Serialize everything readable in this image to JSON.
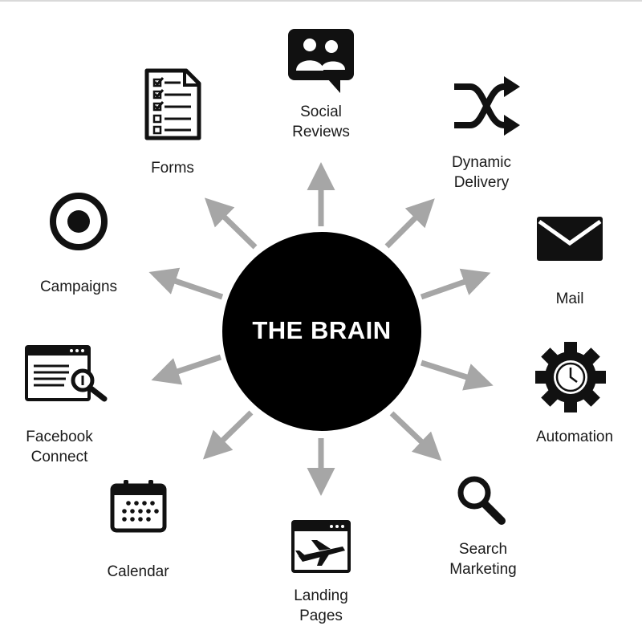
{
  "center": {
    "title": "THE BRAIN"
  },
  "nodes": [
    {
      "id": "social-reviews",
      "lines": [
        "Social",
        "Reviews"
      ],
      "icon": "social-reviews-icon"
    },
    {
      "id": "dynamic-delivery",
      "lines": [
        "Dynamic",
        "Delivery"
      ],
      "icon": "shuffle-icon"
    },
    {
      "id": "mail",
      "lines": [
        "Mail"
      ],
      "icon": "envelope-icon"
    },
    {
      "id": "automation",
      "lines": [
        "Automation"
      ],
      "icon": "gear-clock-icon"
    },
    {
      "id": "search-marketing",
      "lines": [
        "Search",
        "Marketing"
      ],
      "icon": "magnifier-icon"
    },
    {
      "id": "landing-pages",
      "lines": [
        "Landing",
        "Pages"
      ],
      "icon": "landing-page-airplane-icon"
    },
    {
      "id": "calendar",
      "lines": [
        "Calendar"
      ],
      "icon": "calendar-icon"
    },
    {
      "id": "facebook-connect",
      "lines": [
        "Facebook",
        "Connect"
      ],
      "icon": "browser-search-icon"
    },
    {
      "id": "campaigns",
      "lines": [
        "Campaigns"
      ],
      "icon": "target-icon"
    },
    {
      "id": "forms",
      "lines": [
        "Forms"
      ],
      "icon": "form-checklist-icon"
    }
  ],
  "colors": {
    "hub": "#000000",
    "hub_text": "#ffffff",
    "arrow": "#a6a6a6",
    "icon": "#111111",
    "text": "#1a1a1a"
  }
}
